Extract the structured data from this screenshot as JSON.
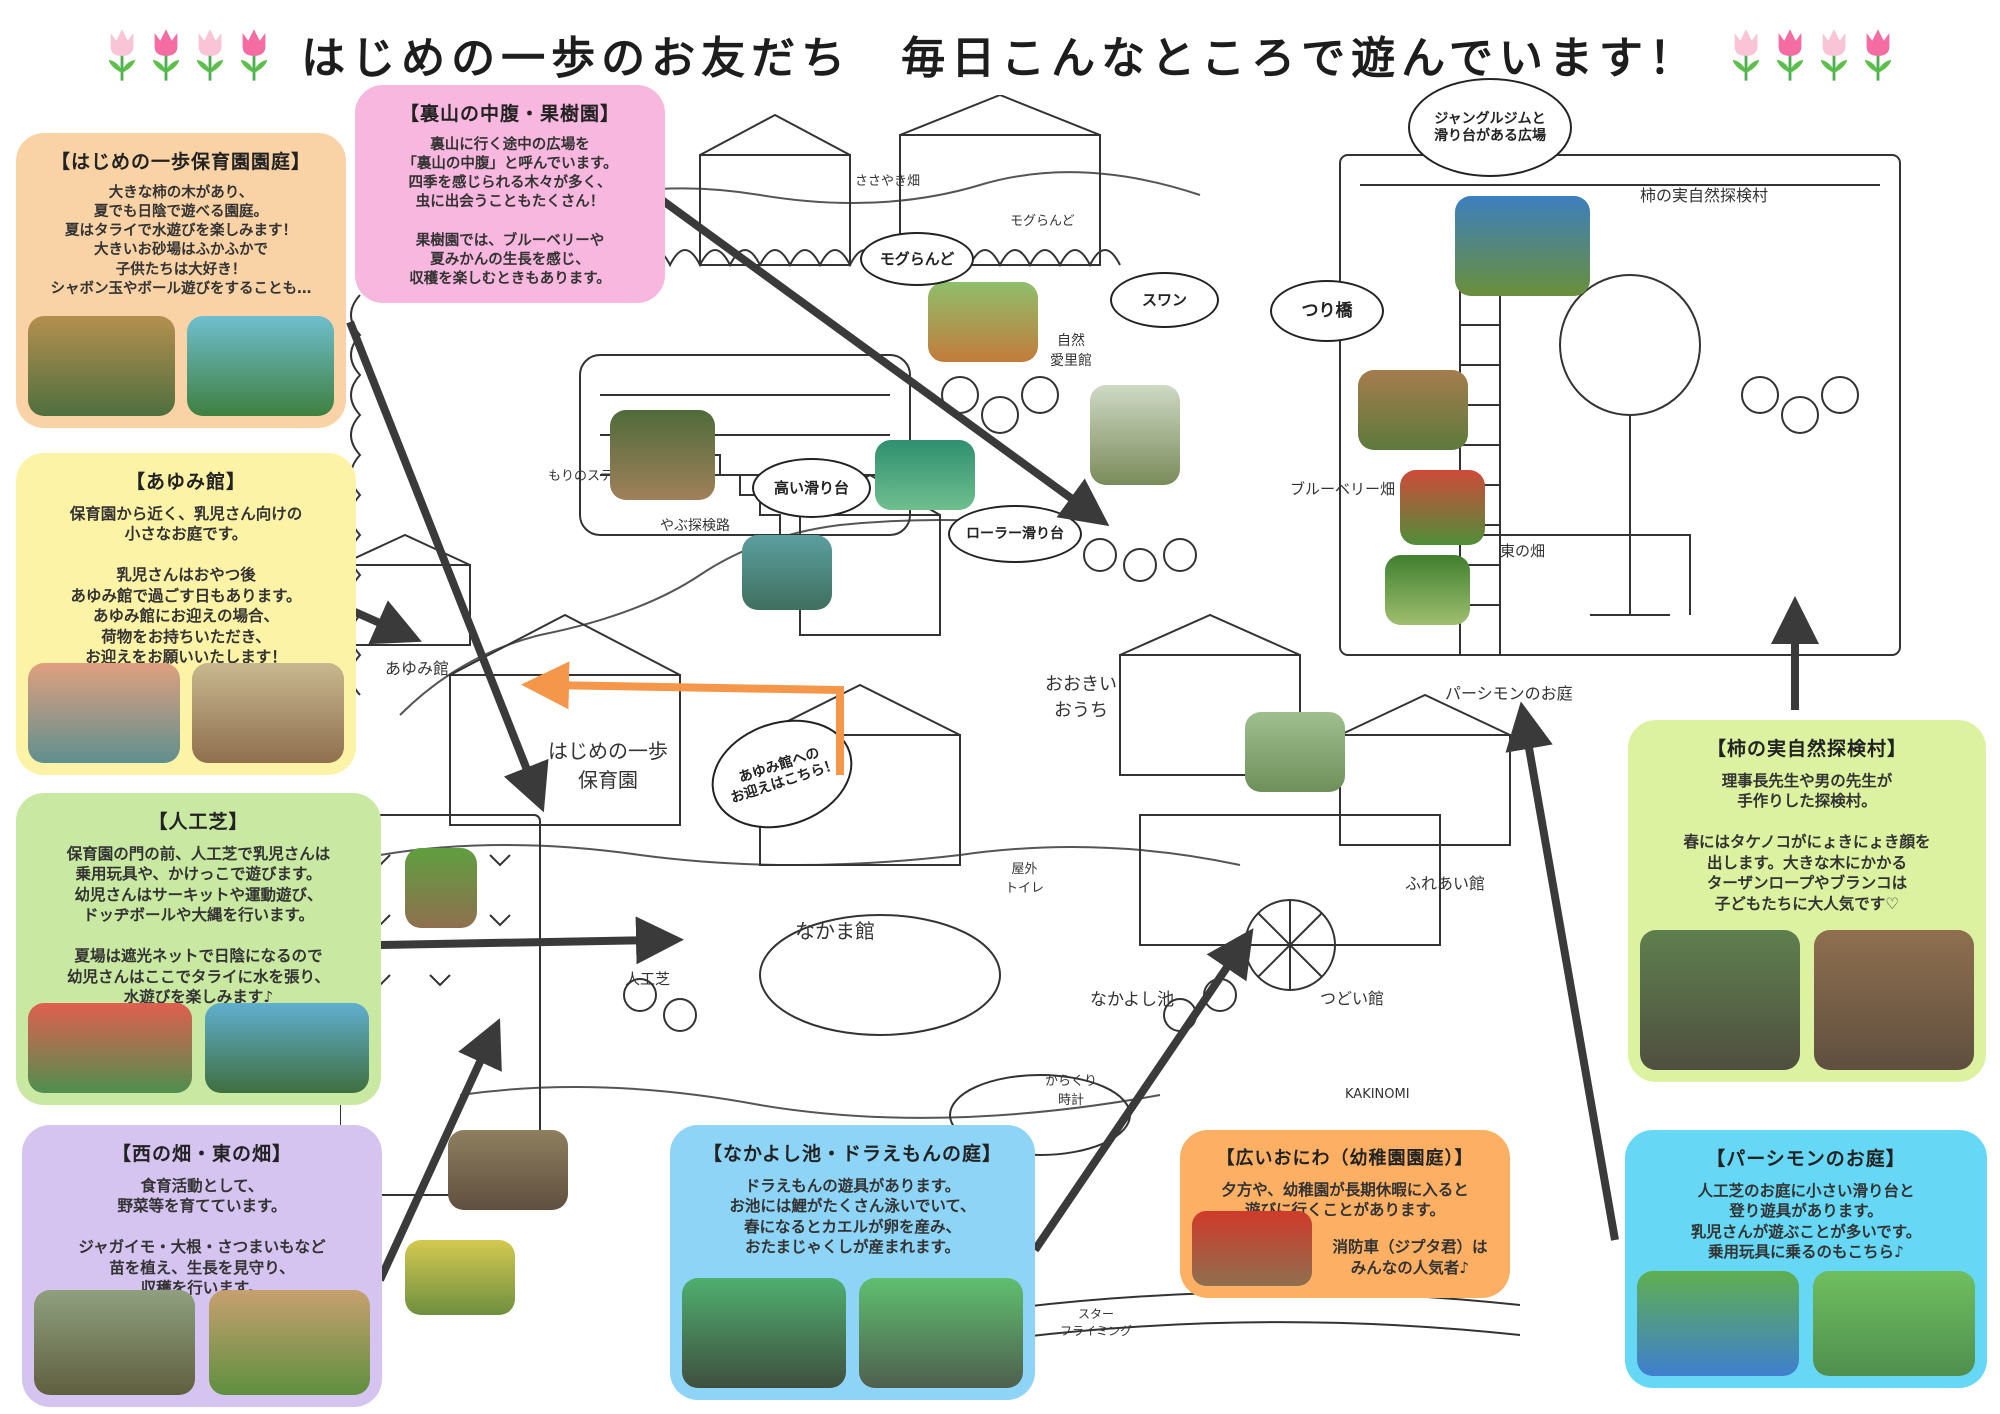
{
  "title": "はじめの一歩のお友だち　毎日こんなところで遊んでいます！",
  "colors": {
    "orange_panel": "#f9d3a6",
    "pink_panel": "#f8b7de",
    "yellow_panel": "#fdf3a7",
    "green_panel": "#c9e9a3",
    "purple_panel": "#d6c4f0",
    "blue_panel": "#8ed4f7",
    "cyan_panel": "#66d8f6",
    "lime_panel": "#dcf2a1",
    "tulip_pink": "#f46ca2",
    "tulip_light": "#f9c4d6",
    "arrow_dark": "#3a3a3a",
    "arrow_orange": "#f5974b"
  },
  "panels": {
    "hajime": {
      "title": "【はじめの一歩保育園園庭】",
      "body": "大きな柿の木があり、\n夏でも日陰で遊べる園庭。\n夏はタライで水遊びを楽しみます！\n大きいお砂場はふかふかで\n子供たちは大好き！\nシャボン玉やボール遊びをすることも…"
    },
    "urayama": {
      "title": "【裏山の中腹・果樹園】",
      "body": "裏山に行く途中の広場を\n「裏山の中腹」と呼んでいます。\n四季を感じられる木々が多く、\n虫に出会うこともたくさん！\n\n果樹園では、ブルーベリーや\n夏みかんの生長を感じ、\n収穫を楽しむときもあります。"
    },
    "ayumi": {
      "title": "【あゆみ館】",
      "body": "保育園から近く、乳児さん向けの\n小さなお庭です。\n\n乳児さんはおやつ後\nあゆみ館で過ごす日もあります。\nあゆみ館にお迎えの場合、\n荷物をお持ちいただき、\nお迎えをお願いいたします！"
    },
    "jinkoshiba": {
      "title": "【人工芝】",
      "body": "保育園の門の前、人工芝で乳児さんは\n乗用玩具や、かけっこで遊びます。\n幼児さんはサーキットや運動遊び、\nドッヂボールや大縄を行います。\n\n夏場は遮光ネットで日陰になるので\n幼児さんはここでタライに水を張り、\n水遊びを楽しみます♪"
    },
    "hatake": {
      "title": "【西の畑・東の畑】",
      "body": "食育活動として、\n野菜等を育てています。\n\nジャガイモ・大根・さつまいもなど\n苗を植え、生長を見守り、\n収穫を行います。"
    },
    "nakayoshi": {
      "title": "【なかよし池・ドラえもんの庭】",
      "body": "ドラえもんの遊具があります。\nお池には鯉がたくさん泳いでいて、\n春になるとカエルが卵を産み、\nおたまじゃくしが産まれます。"
    },
    "hiroi": {
      "title": "【広いおにわ（幼稚園園庭）】",
      "body": "夕方や、幼稚園が長期休暇に入ると\n遊びに行くことがあります。",
      "note": "消防車（ジプタ君）は\nみんなの人気者♪"
    },
    "persimmon": {
      "title": "【パーシモンのお庭】",
      "body": "人工芝のお庭に小さい滑り台と\n登り遊具があります。\n乳児さんが遊ぶことが多いです。\n乗用玩具に乗るのもこちら♪"
    },
    "kakinomi": {
      "title": "【柿の実自然探検村】",
      "body": "理事長先生や男の先生が\n手作りした探検村。\n\n春にはタケノコがにょきにょき顔を\n出します。大きな木にかかる\nターザンロープやブランコは\n子どもたちに大人気です♡"
    }
  },
  "bubbles": {
    "jungle": "ジャングルジムと\n滑り台がある広場",
    "mogu": "モグらんど",
    "swan": "スワン",
    "tsuribashi": "つり橋",
    "takai": "高い滑り台",
    "roller": "ローラー滑り台",
    "mukae": "あゆみ館への\nお迎えはこちら！"
  },
  "map_labels": {
    "hajime_building": "はじめの一歩\n保育園",
    "nakama": "なかま館",
    "ookii": "おおきい\nおうち",
    "persimmon_house": "パーシモンのお庭",
    "kakinomi_sign": "柿の実自然探検村",
    "nakayoshi_ike": "なかよし池",
    "ayumi_building": "あゆみ館",
    "jinko": "人工芝",
    "higashi": "東の畑",
    "blueberry": "ブルーベリー畑",
    "tsudoi": "つどい館",
    "fureai": "ふれあい館",
    "kakinomi_road": "KAKINOMI",
    "okugai": "屋外\nトイレ",
    "yabu": "やぶ探検路",
    "mori": "もりのステージ",
    "moguland": "モグらんど",
    "shizen": "自然\n愛里館",
    "sasayaki": "ささやき畑",
    "karakuri": "からくり\n時計",
    "star": "スター\nフライミング"
  }
}
